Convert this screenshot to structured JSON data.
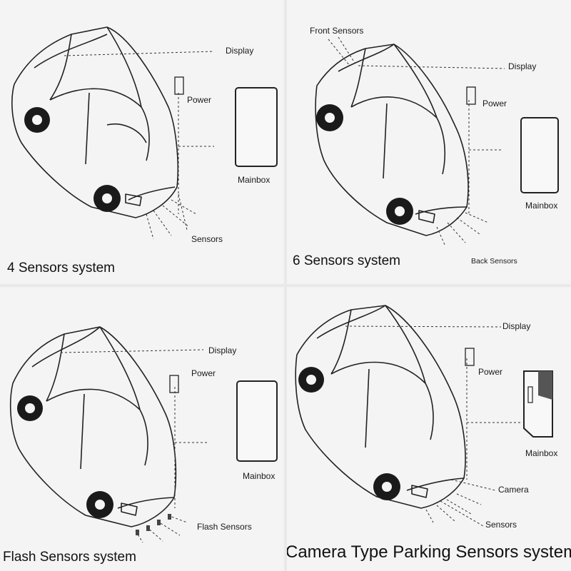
{
  "panels": [
    {
      "caption": "4 Sensors system",
      "labels": {
        "display": "Display",
        "power": "Power",
        "mainbox": "Mainbox",
        "sensors": "Sensors"
      }
    },
    {
      "caption": "6 Sensors system",
      "labels": {
        "front_sensors": "Front Sensors",
        "display": "Display",
        "power": "Power",
        "mainbox": "Mainbox",
        "back_sensors": "Back Sensors"
      }
    },
    {
      "caption": "Flash Sensors system",
      "labels": {
        "display": "Display",
        "power": "Power",
        "mainbox": "Mainbox",
        "flash_sensors": "Flash  Sensors"
      }
    },
    {
      "caption": "Camera Type Parking Sensors system",
      "labels": {
        "display": "Display",
        "power": "Power",
        "mainbox": "Mainbox",
        "camera": "Camera",
        "sensors": "Sensors"
      }
    }
  ]
}
